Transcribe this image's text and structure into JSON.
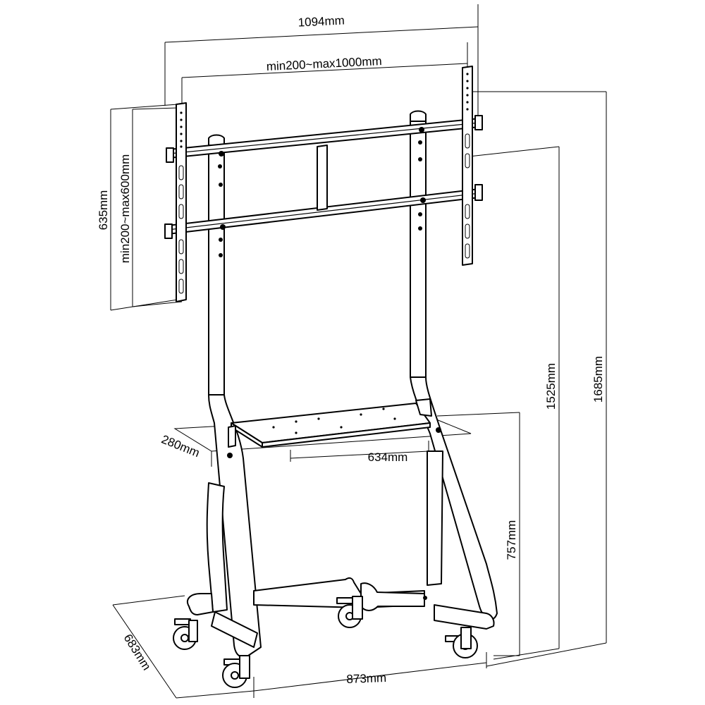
{
  "dimensions": {
    "overall_mount_width": "1094mm",
    "vesa_horizontal": "min200~max1000mm",
    "mount_height": "635mm",
    "vesa_vertical": "min200~max600mm",
    "height_to_mount": "1525mm",
    "total_height": "1685mm",
    "shelf_depth": "280mm",
    "shelf_width": "634mm",
    "shelf_height": "757mm",
    "base_depth": "683mm",
    "base_width": "873mm"
  },
  "colors": {
    "line": "#000000",
    "fill": "#ffffff"
  },
  "icons": [
    "caster-wheel-icon"
  ]
}
